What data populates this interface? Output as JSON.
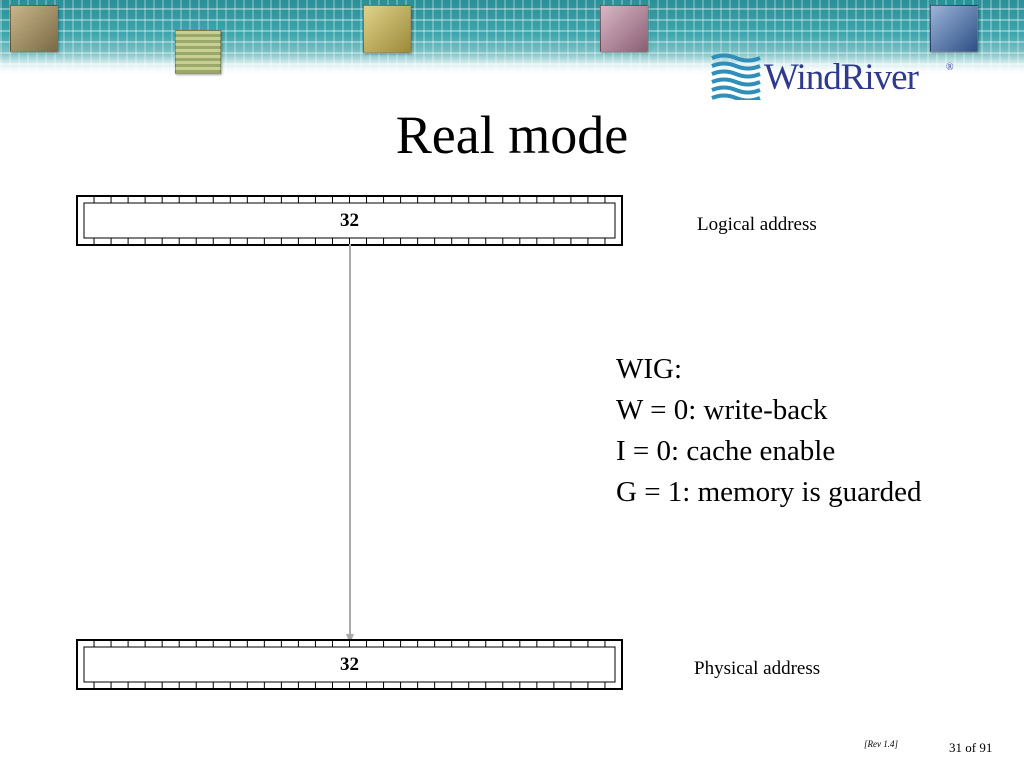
{
  "slide": {
    "title": "Real mode",
    "logo_text": "WindRiver",
    "logo_reg": "®"
  },
  "registers": {
    "logical": {
      "width_label": "32",
      "label": "Logical address"
    },
    "physical": {
      "width_label": "32",
      "label": "Physical address"
    }
  },
  "notes": {
    "lines": [
      "WIG:",
      "W = 0: write-back",
      "I = 0: cache enable",
      "G = 1: memory is guarded"
    ]
  },
  "footer": {
    "revision": "[Rev 1.4]",
    "page": "31 of 91"
  },
  "colors": {
    "logo_blue": "#2f3a8f",
    "logo_wave": "#2f8fb8",
    "connector": "#a9a9a9"
  },
  "icons": [
    "telephone-icon",
    "circuit-board-icon",
    "jet-icon",
    "document-icon",
    "technology-icon",
    "windriver-wave-icon"
  ]
}
